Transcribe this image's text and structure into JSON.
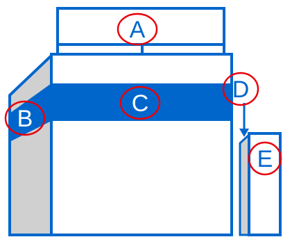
{
  "colors": {
    "blue": "#0066cc",
    "band": "#0066cc",
    "panel": "#d0d0d0",
    "callout": "#e8000b",
    "background": "#ffffff"
  },
  "labels": {
    "a": "A",
    "b": "B",
    "c": "C",
    "d": "D",
    "e": "E"
  }
}
